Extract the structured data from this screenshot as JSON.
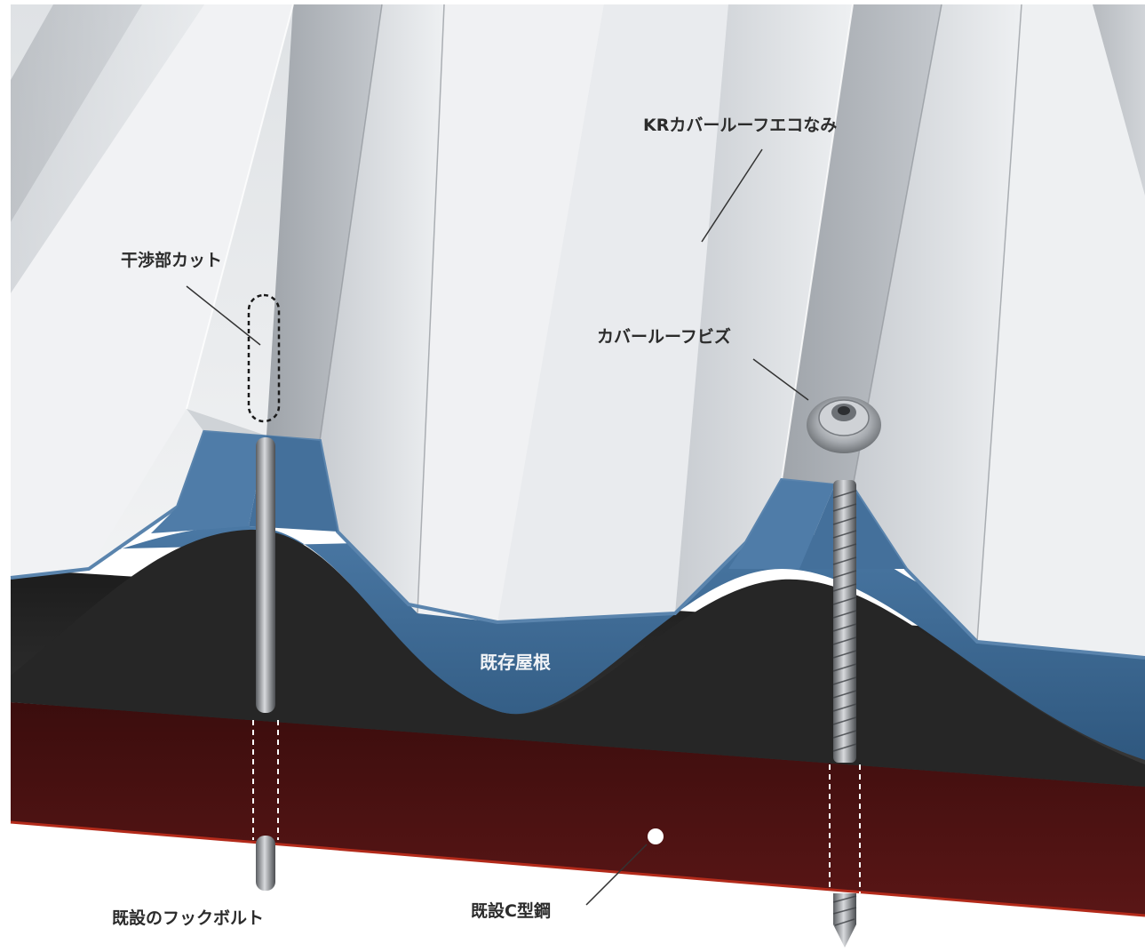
{
  "labels": {
    "cover_roof": "KRカバールーフエコなみ",
    "interference_cut": "干渉部カット",
    "cover_roof_screw": "カバールーフビズ",
    "existing_roof": "既存屋根",
    "existing_hook_bolt": "既設のフックボルト",
    "existing_c_steel": "既設C型鋼"
  },
  "colors": {
    "new_roof_light": "#eceef0",
    "new_roof_dark": "#a9adb2",
    "existing_roof": "#3d6a96",
    "existing_roof_shadow": "#2a2a2a",
    "c_steel": "#4a1212",
    "c_steel_edge": "#b32a1a",
    "leader_line": "#333333"
  }
}
